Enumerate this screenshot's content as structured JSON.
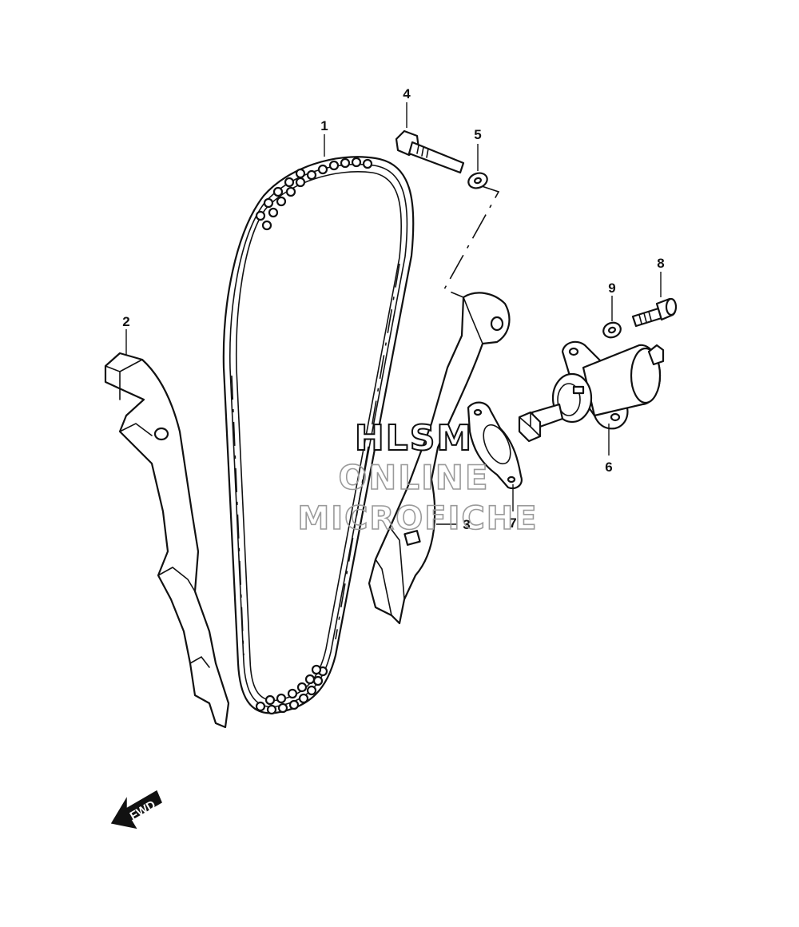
{
  "diagram": {
    "callouts": [
      {
        "id": "1"
      },
      {
        "id": "2"
      },
      {
        "id": "3"
      },
      {
        "id": "4"
      },
      {
        "id": "5"
      },
      {
        "id": "6"
      },
      {
        "id": "7"
      },
      {
        "id": "8"
      },
      {
        "id": "9"
      }
    ],
    "fwd_label": "FWD",
    "watermark": {
      "line1": "HLSM",
      "line2": "ONLINE",
      "line3": "MICROFICHE"
    }
  }
}
